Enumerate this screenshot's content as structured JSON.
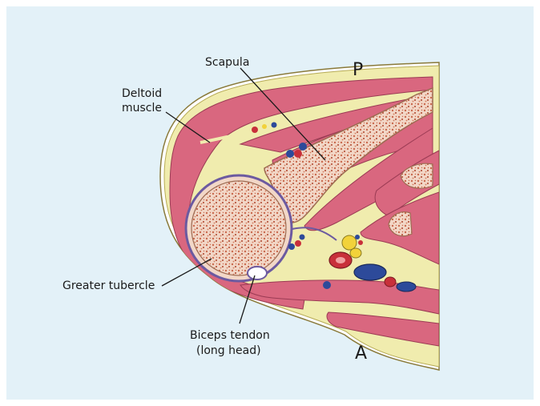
{
  "labels": {
    "scapula": "Scapula",
    "posterior": "P",
    "deltoid_line1": "Deltoid",
    "deltoid_line2": "muscle",
    "greater_tubercle": "Greater tubercle",
    "biceps_line1": "Biceps tendon",
    "biceps_line2": "(long head)",
    "anterior": "A"
  },
  "colors": {
    "background": "#e3f1f8",
    "fat": "#f0ecae",
    "muscle": "#d9677f",
    "bone_cortex": "#f2d7c7",
    "bone_marrow": "#c96a4e",
    "artery": "#c8303a",
    "vein": "#2d4a9a",
    "nerve": "#f2d23a",
    "fascia": "#6c5aa0"
  }
}
